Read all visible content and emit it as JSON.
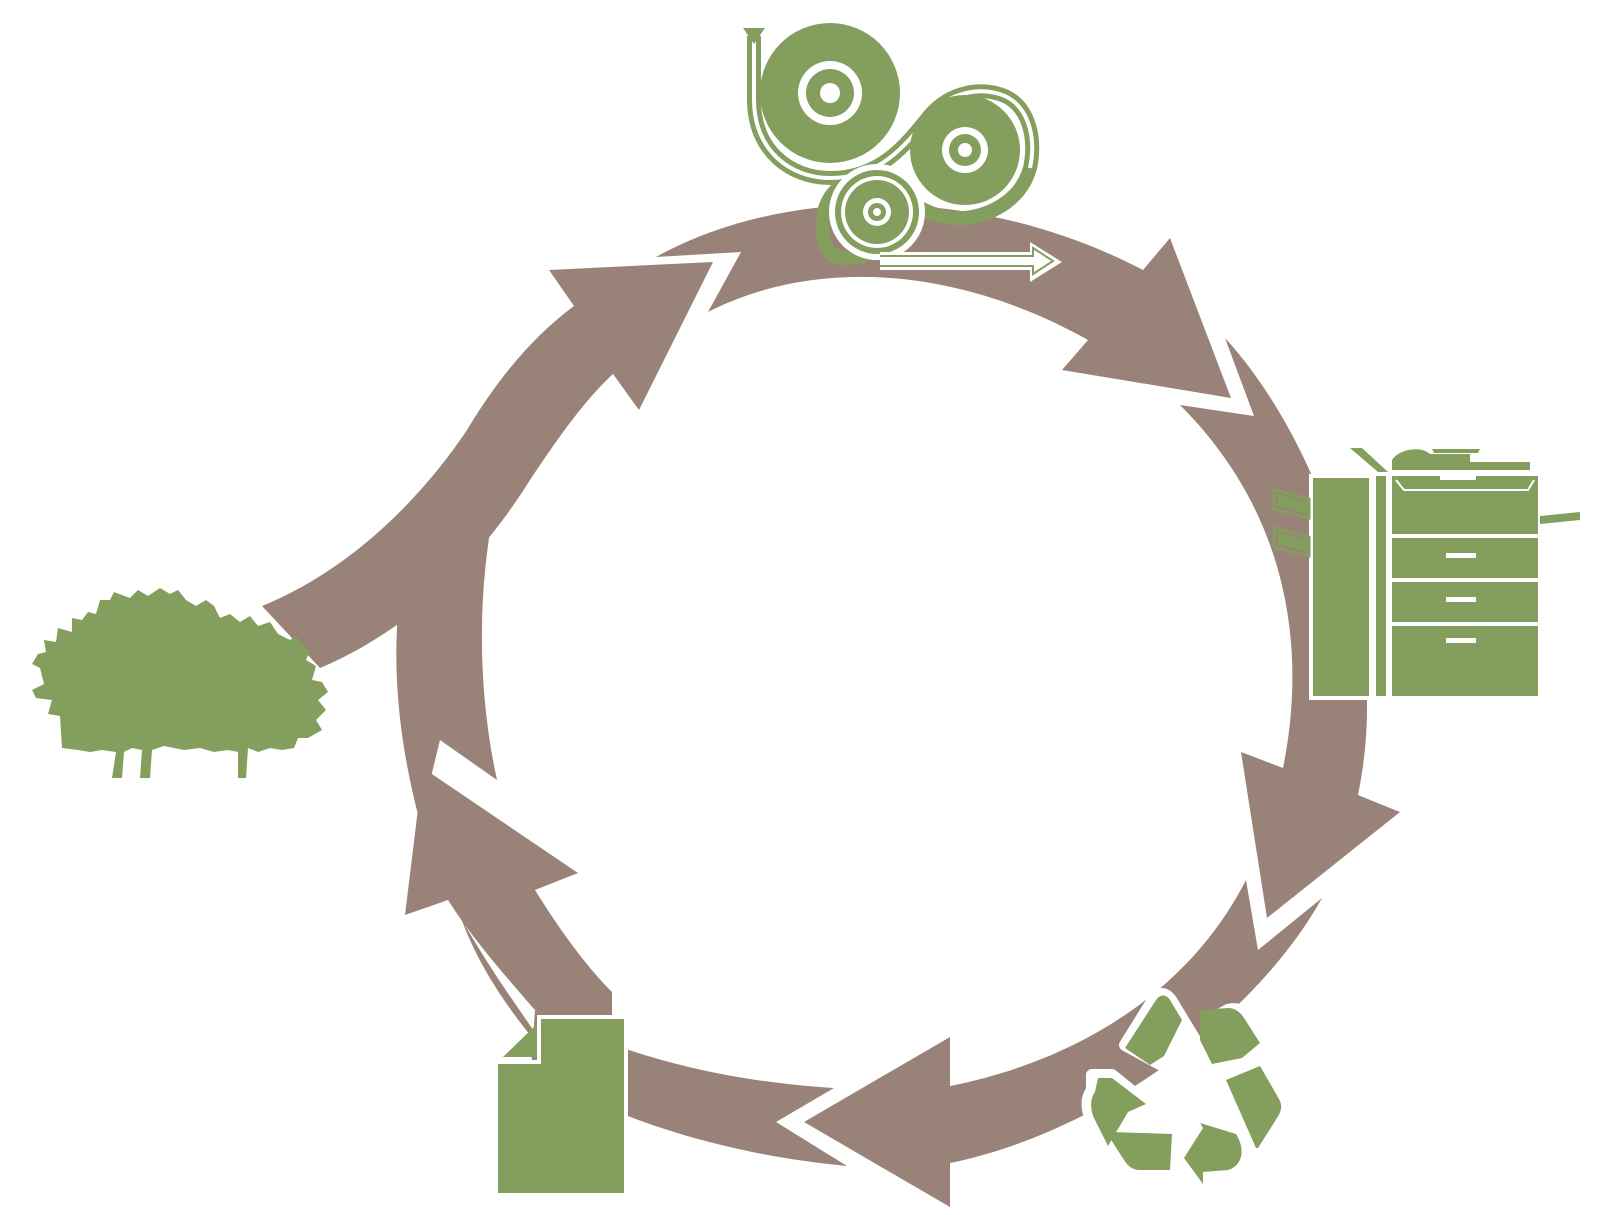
{
  "diagram": {
    "type": "cycle",
    "stages": [
      {
        "id": "forest",
        "icon": "trees-icon"
      },
      {
        "id": "paper-mill",
        "icon": "paper-rollers-icon"
      },
      {
        "id": "printing",
        "icon": "copier-icon"
      },
      {
        "id": "recycling",
        "icon": "recycle-icon"
      },
      {
        "id": "paper-document",
        "icon": "document-icon"
      }
    ],
    "colors": {
      "arrow": "#998378",
      "icon": "#839e5d",
      "background": "#ffffff"
    }
  }
}
